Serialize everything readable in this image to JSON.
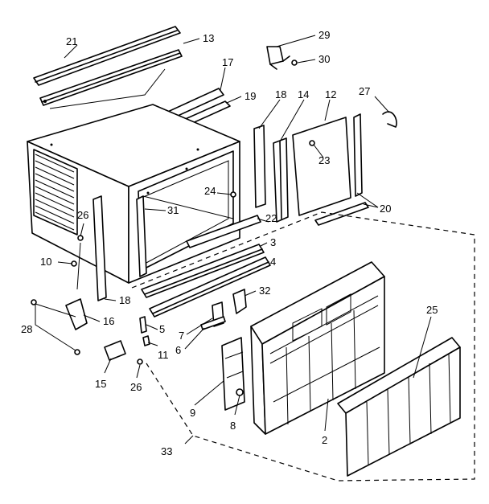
{
  "callouts": [
    "21",
    "13",
    "29",
    "30",
    "17",
    "19",
    "18",
    "14",
    "12",
    "27",
    "23",
    "20",
    "24",
    "26",
    "31",
    "22",
    "3",
    "4",
    "10",
    "32",
    "18",
    "16",
    "5",
    "7",
    "6",
    "28",
    "11",
    "9",
    "15",
    "26",
    "8",
    "25",
    "2",
    "33"
  ]
}
